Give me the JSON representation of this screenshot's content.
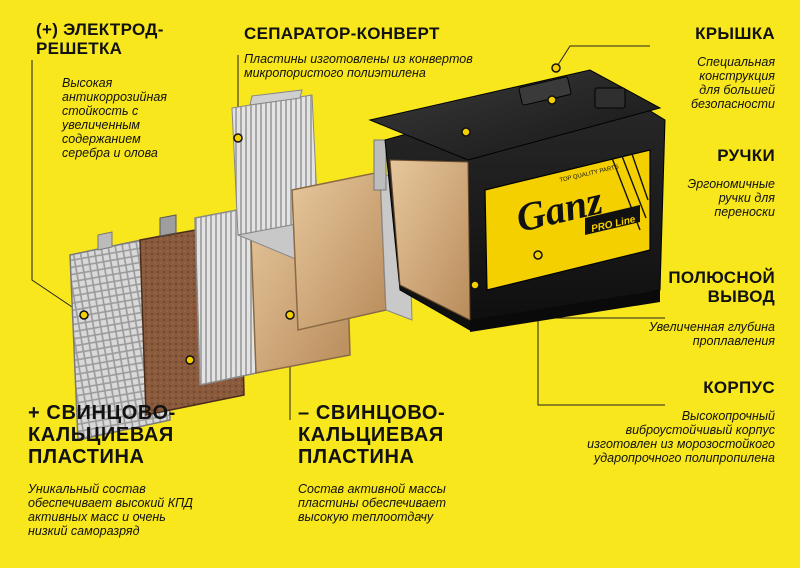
{
  "colors": {
    "background": "#f8e71c",
    "text": "#111111",
    "battery_body": "#1a1a1a",
    "label": "#f5d000"
  },
  "brand": {
    "logo_name": "Ganz",
    "logo_tagline": "TOP QUALITY PARTS",
    "logo_badge": "PRO Line"
  },
  "labels": {
    "grid": {
      "head": [
        "(+) ЭЛЕКТРОД-",
        "РЕШЕТКА"
      ],
      "desc": [
        "Высокая",
        "антикоррозийная",
        "стойкость с",
        "увеличенным",
        "содержанием",
        "серебра и олова"
      ]
    },
    "separator": {
      "head": [
        "СЕПАРАТОР-КОНВЕРТ"
      ],
      "desc": [
        "Пластины изготовлены из конвертов",
        "микропористого полиэтилена"
      ]
    },
    "lid": {
      "head": [
        "КРЫШКА"
      ],
      "desc": [
        "Специальная",
        "конструкция",
        "для большей",
        "безопасности"
      ]
    },
    "handles": {
      "head": [
        "РУЧКИ"
      ],
      "desc": [
        "Эргономичные",
        "ручки для",
        "переноски"
      ]
    },
    "terminal": {
      "head": [
        "ПОЛЮСНОЙ",
        "ВЫВОД"
      ],
      "desc": [
        "Увеличенная глубина",
        "проплавления"
      ]
    },
    "case": {
      "head": [
        "КОРПУС"
      ],
      "desc": [
        "Высокопрочный",
        "виброустойчивый корпус",
        "изготовлен из морозостойкого",
        "ударопрочного полипропилена"
      ]
    },
    "pos_plate": {
      "head": [
        "+ СВИНЦОВО-",
        "КАЛЬЦИЕВАЯ",
        "ПЛАСТИНА"
      ],
      "desc": [
        "Уникальный состав",
        "обеспечивает высокий КПД",
        "активных масс и очень",
        "низкий саморазряд"
      ]
    },
    "neg_plate": {
      "head": [
        "– СВИНЦОВО-",
        "КАЛЬЦИЕВАЯ",
        "ПЛАСТИНА"
      ],
      "desc": [
        "Состав активной массы",
        "пластины обеспечивает",
        "высокую теплоотдачу"
      ]
    }
  }
}
